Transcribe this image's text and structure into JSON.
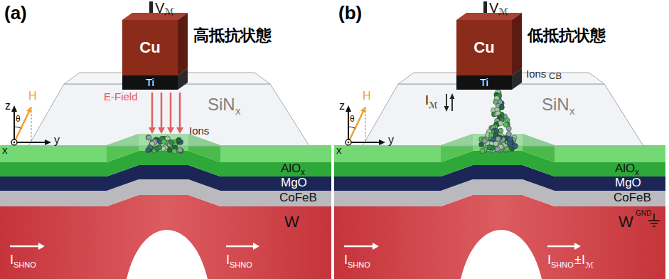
{
  "diagram": {
    "nodes": [
      {
        "text": [
          "Cu"
        ]
      },
      {
        "text": [
          "Ti"
        ]
      },
      {
        "text": [
          "Cu"
        ]
      },
      {
        "text": [
          "Ti"
        ]
      }
    ],
    "labels": [
      "(a)",
      "V",
      "ℳ",
      "高抵抗状態",
      "E-Field",
      "Ions",
      "SiN",
      "x",
      "AlO",
      "x",
      "MgO",
      "CoFeB",
      "W",
      "I",
      "SHNO",
      "I",
      "SHNO",
      "z",
      "y",
      "x",
      "H",
      "θ",
      "(b)",
      "V",
      "ℳ",
      "低抵抗状態",
      "I",
      "ℳ",
      "Ions",
      "CB",
      "SiN",
      "x",
      "AlO",
      "x",
      "MgO",
      "CoFeB",
      "W",
      "GND",
      "I",
      "SHNO",
      "I",
      "SHNO",
      "±I",
      "ℳ",
      "z",
      "y",
      "x",
      "H",
      "θ"
    ]
  }
}
